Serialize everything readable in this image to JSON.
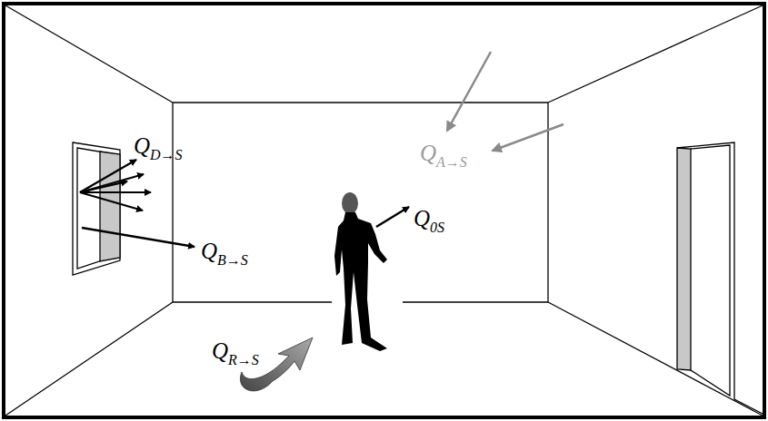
{
  "diagram": {
    "labels": [
      "QD→S",
      "QB→S",
      "QA→S",
      "Q0S",
      "QR→S"
    ]
  }
}
